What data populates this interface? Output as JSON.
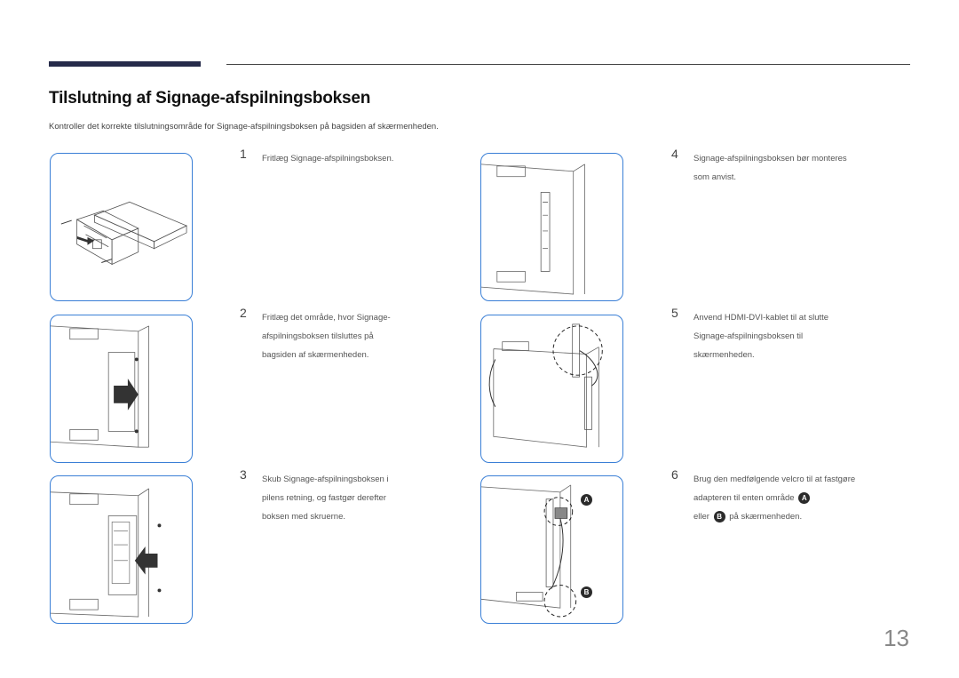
{
  "header": {
    "title": "Tilslutning af Signage-afspilningsboksen"
  },
  "intro": "Kontroller det korrekte tilslutningsområde for Signage-afspilningsboksen på bagsiden af skærmenheden.",
  "steps": [
    {
      "num": "1",
      "text": "Fritlæg Signage-afspilningsboksen."
    },
    {
      "num": "2",
      "text": "Fritlæg det område, hvor Signage- afspilningsboksen tilsluttes på bagsiden af skærmenheden."
    },
    {
      "num": "3",
      "text": "Skub Signage-afspilningsboksen i pilens retning, og fastgør derefter boksen med skruerne."
    },
    {
      "num": "4",
      "text": "Signage-afspilningsboksen bør monteres som anvist."
    },
    {
      "num": "5",
      "text": "Anvend HDMI-DVI-kablet til at slutte Signage-afspilningsboksen til skærmenheden."
    },
    {
      "num": "6",
      "text_a": "Brug den medfølgende velcro til at fastgøre adapteren til enten område",
      "marker_a": "A",
      "text_or": "eller",
      "marker_b": "B",
      "text_b": "på skærmenheden."
    }
  ],
  "figure_markers": {
    "a": "A",
    "b": "B"
  },
  "page_number": "13",
  "colors": {
    "accent_bar": "#262b4a",
    "figure_border": "#3a7fd6"
  }
}
